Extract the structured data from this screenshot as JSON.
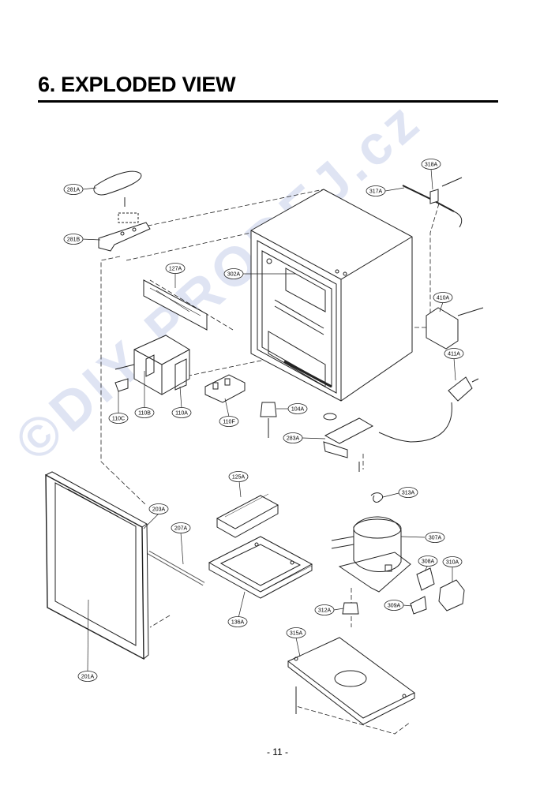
{
  "page": {
    "title": "6. EXPLODED VIEW",
    "page_number": "- 11 -",
    "watermark": "©DIY-PRODEJ.cz"
  },
  "parts": {
    "p281A": "281A",
    "p281B": "281B",
    "p127A": "127A",
    "p302A": "302A",
    "p318A": "318A",
    "p317A": "317A",
    "p410A": "410A",
    "p411A": "411A",
    "p110C": "110C",
    "p110B": "110B",
    "p110A": "110A",
    "p110F": "110F",
    "p104A": "104A",
    "p283A": "283A",
    "p125A": "125A",
    "p203A": "203A",
    "p207A": "207A",
    "p136A": "136A",
    "p201A": "201A",
    "p313A": "313A",
    "p307A": "307A",
    "p308A": "308A",
    "p310A": "310A",
    "p309A": "309A",
    "p312A": "312A",
    "p315A": "315A"
  },
  "colors": {
    "ink": "#000000",
    "line": "#222222",
    "watermark": "#dfe4f3"
  }
}
